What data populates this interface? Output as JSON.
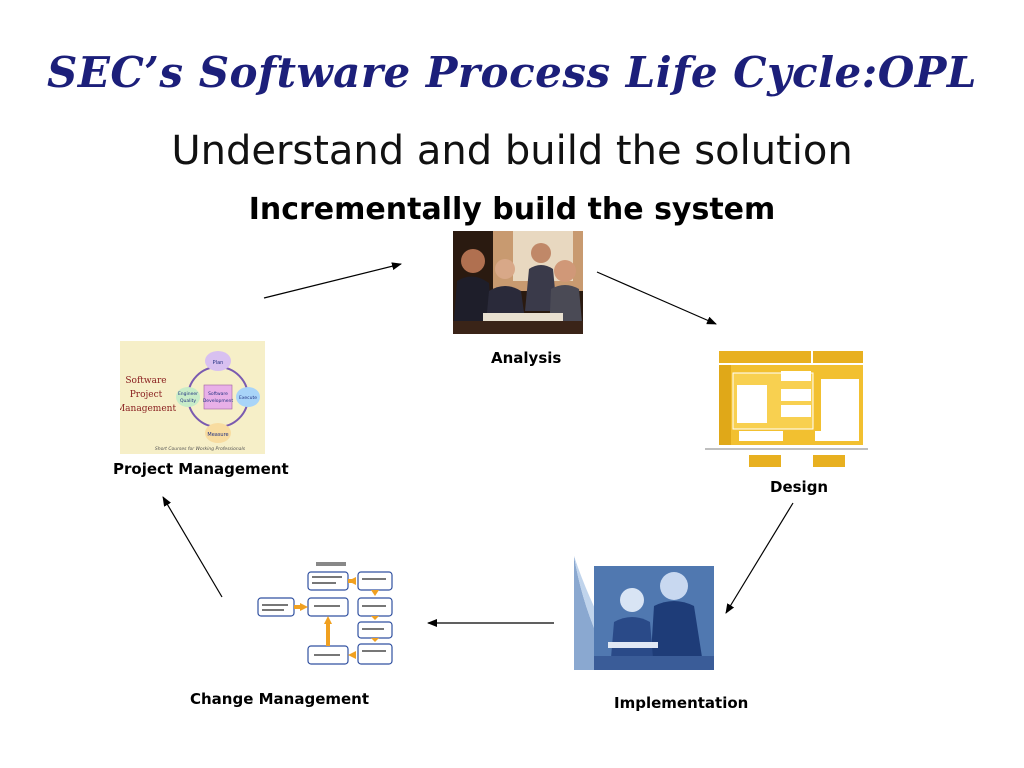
{
  "slide": {
    "title": "SEC’s Software Process Life Cycle:OPL",
    "subtitle": "Understand and build the solution",
    "tagline": "Incrementally build the system"
  },
  "stages": {
    "analysis": "Analysis",
    "design": "Design",
    "implementation": "Implementation",
    "change_management": "Change Management",
    "project_management": "Project Management"
  },
  "project_mgmt_graphic": {
    "heading_line1": "Software",
    "heading_line2": "Project",
    "heading_line3": "Management",
    "plan": "Plan",
    "engineer": "Engineer",
    "quality": "Quality",
    "center_line1": "Software",
    "center_line2": "Development",
    "execute": "Execute",
    "measure": "Measure",
    "caption": "Short Courses for Working Professionals"
  },
  "colors": {
    "title": "#1c1f7a",
    "design_yellow": "#e8b020",
    "flow_orange": "#f0a020",
    "flow_blue": "#3050a0"
  }
}
